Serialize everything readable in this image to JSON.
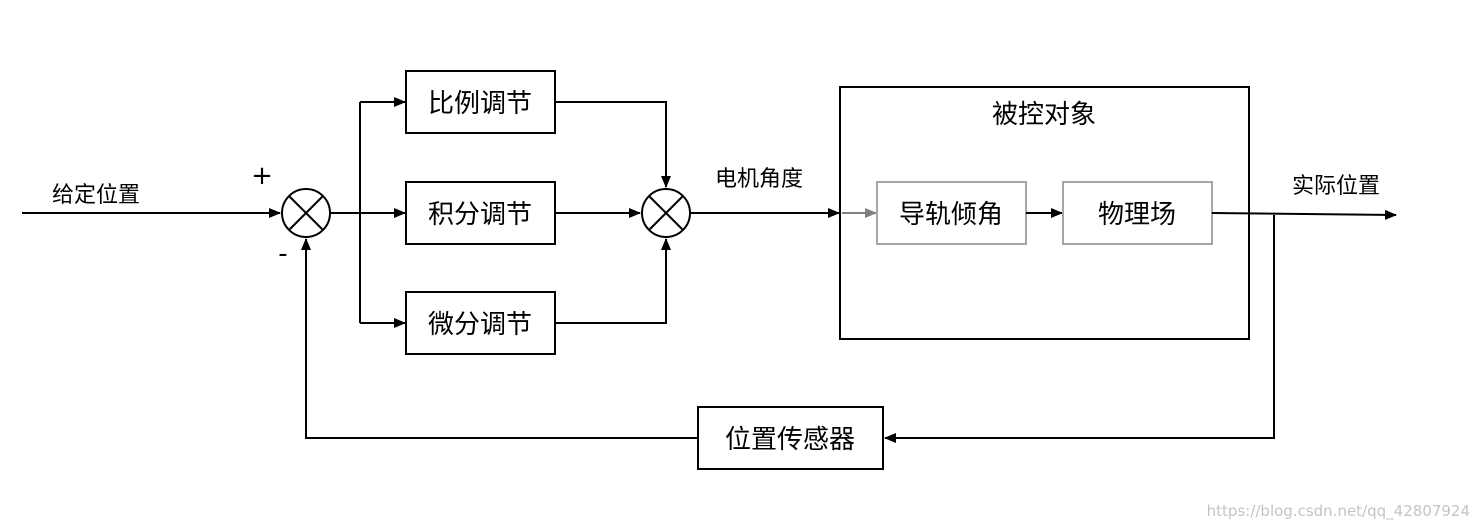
{
  "diagram": {
    "input_label": "给定位置",
    "plus_sign": "+",
    "minus_sign": "-",
    "blocks": {
      "proportional": "比例调节",
      "integral": "积分调节",
      "derivative": "微分调节",
      "sensor": "位置传感器"
    },
    "motor_angle_label": "电机角度",
    "plant": {
      "title": "被控对象",
      "rail_tilt": "导轨倾角",
      "physics": "物理场"
    },
    "output_label": "实际位置"
  },
  "watermark": "https://blog.csdn.net/qq_42807924",
  "colors": {
    "line": "#000000",
    "inner_block_border": "#a6a6a6",
    "inner_arrow": "#808080",
    "watermark": "#c4c4c4"
  }
}
